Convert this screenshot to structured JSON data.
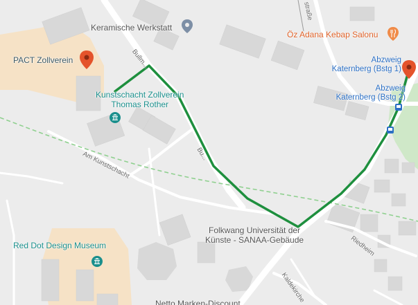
{
  "labels": {
    "pact": "PACT Zollverein",
    "keramische": "Keramische Werkstatt",
    "kunstschacht_1": "Kunstschacht Zollverein",
    "kunstschacht_2": "Thomas Rother",
    "oz_adana": "Öz Adana Kebap Salonu",
    "abzweig1_1": "Abzweig",
    "abzweig1_2": "Katernberg (Bstg 1)",
    "abzweig2_1": "Abzweig",
    "abzweig2_2": "Katernberg (Bstg 2)",
    "folkwang_1": "Folkwang Universität der",
    "folkwang_2": "Künste - SANAA-Gebäude",
    "red_dot": "Red Dot Design Museum",
    "netto": "Netto Marken-Discount"
  },
  "streets": {
    "am_kunstschacht": "Am Kunstschacht",
    "bullmann": "Bullm...",
    "bullmannaue": "Bu...",
    "strasse": "straße",
    "riedheim": "Riedheim",
    "kaldekirche": "Kaldekirche"
  },
  "icons": {
    "museum": "museum-icon",
    "place_marker": "map-pin-icon",
    "restaurant": "restaurant-icon",
    "transit": "bus-stop-icon"
  },
  "colors": {
    "route": "#1e8f3e",
    "marker": "#e4532b",
    "poi_teal": "#1a8f8c",
    "poi_orange": "#e0632a",
    "transit_blue": "#2b6fc4",
    "park": "#cfe8c8",
    "building": "#d9d9d9",
    "landuse_beige": "#f5dfc0",
    "railway_dash": "#8fd08f"
  }
}
